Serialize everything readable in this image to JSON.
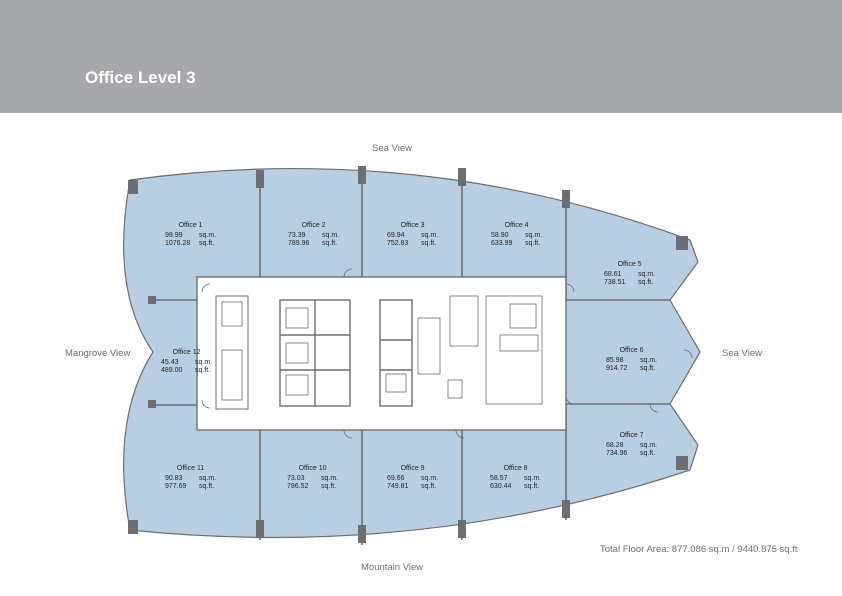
{
  "header": {
    "title": "Office Level 3"
  },
  "views": {
    "north": "Sea View",
    "east": "Sea View",
    "south": "Mountain View",
    "west": "Mangrove View"
  },
  "units": {
    "sqm": "sq.m.",
    "sqft": "sq.ft."
  },
  "total_area": "Total Floor Area: 877.086 sq.m / 9440.875 sq.ft",
  "offices": [
    {
      "name": "Office 1",
      "sqm": "99.99",
      "sqft": "1076.28"
    },
    {
      "name": "Office 2",
      "sqm": "73.39",
      "sqft": "789.96"
    },
    {
      "name": "Office 3",
      "sqm": "69.94",
      "sqft": "752.83"
    },
    {
      "name": "Office 4",
      "sqm": "58.90",
      "sqft": "633.99"
    },
    {
      "name": "Office 5",
      "sqm": "68.61",
      "sqft": "738.51"
    },
    {
      "name": "Office 6",
      "sqm": "85.98",
      "sqft": "914.72"
    },
    {
      "name": "Office 7",
      "sqm": "68.28",
      "sqft": "734.96"
    },
    {
      "name": "Office 8",
      "sqm": "58.57",
      "sqft": "630.44"
    },
    {
      "name": "Office 9",
      "sqm": "69.66",
      "sqft": "749.81"
    },
    {
      "name": "Office 10",
      "sqm": "73.03",
      "sqft": "786.52"
    },
    {
      "name": "Office 11",
      "sqm": "90.83",
      "sqft": "977.69"
    },
    {
      "name": "Office 12",
      "sqm": "45.43",
      "sqft": "489.00"
    }
  ],
  "colors": {
    "header": "#a6a8ab",
    "office_fill": "#b8cfe3",
    "wall": "#6d6e71",
    "core": "#ffffff"
  }
}
